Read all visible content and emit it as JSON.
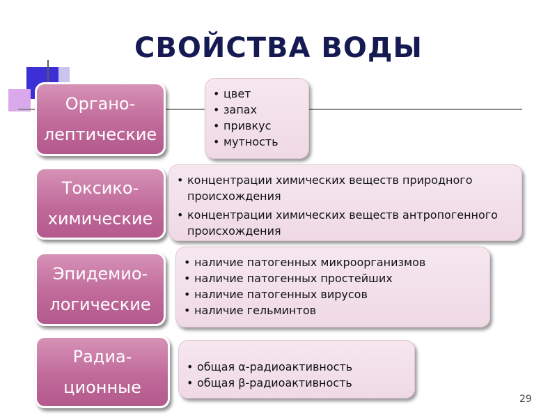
{
  "title": "СВОЙСТВА ВОДЫ",
  "groups": [
    {
      "label_lines": [
        "Органо-",
        "лептические"
      ],
      "items": [
        "цвет",
        "запах",
        "привкус",
        "мутность"
      ]
    },
    {
      "label_lines": [
        "Токсико-",
        "химические"
      ],
      "items": [
        "концентрации химических веществ природного происхождения",
        "концентрации химических веществ антропогенного происхождения"
      ]
    },
    {
      "label_lines": [
        "Эпидемио-",
        "логические"
      ],
      "items": [
        "наличие патогенных микроорганизмов",
        "наличие патогенных простейших",
        "наличие патогенных вирусов",
        "наличие гельминтов"
      ]
    },
    {
      "label_lines": [
        "Радиа-",
        "ционные"
      ],
      "items": [
        "общая α-радиоактивность",
        "общая β-радиоактивность"
      ]
    }
  ],
  "page_number": "29",
  "colors": {
    "category_fill": "#c06a9a",
    "detail_fill": "#f3e1ea",
    "title": "#161a52",
    "deco_blue": "#3c2fd6",
    "deco_lilac": "#d9a9ec"
  }
}
